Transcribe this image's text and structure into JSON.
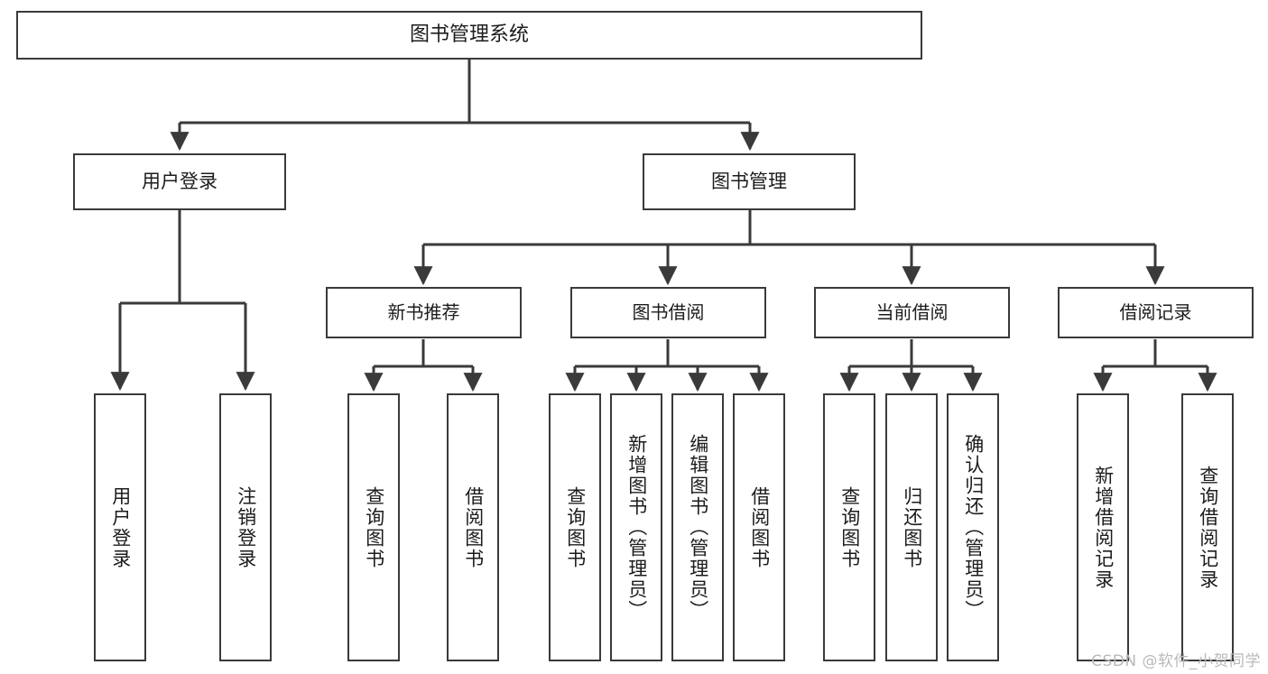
{
  "diagram": {
    "type": "tree-hierarchy",
    "title": "图书管理系统",
    "watermark": "CSDN @软件_小贺同学",
    "colors": {
      "box_border": "#3a3a3a",
      "box_fill": "#ffffff",
      "connector": "#3a3a3a",
      "text": "#1c1c1c",
      "watermark": "#b9b9b9"
    }
  },
  "root": {
    "label": "图书管理系统"
  },
  "level1": [
    {
      "label": "用户登录"
    },
    {
      "label": "图书管理"
    }
  ],
  "level2": [
    {
      "label": "新书推荐"
    },
    {
      "label": "图书借阅"
    },
    {
      "label": "当前借阅"
    },
    {
      "label": "借阅记录"
    }
  ],
  "leaves": {
    "user_login": [
      {
        "label": "用户登录"
      },
      {
        "label": "注销登录"
      }
    ],
    "new_book_recommend": [
      {
        "label": "查询图书"
      },
      {
        "label": "借阅图书"
      }
    ],
    "book_borrow": [
      {
        "label": "查询图书"
      },
      {
        "label": "新增图书（管理员）"
      },
      {
        "label": "编辑图书（管理员）"
      },
      {
        "label": "借阅图书"
      }
    ],
    "current_borrow": [
      {
        "label": "查询图书"
      },
      {
        "label": "归还图书"
      },
      {
        "label": "确认归还（管理员）"
      }
    ],
    "borrow_record": [
      {
        "label": "新增借阅记录"
      },
      {
        "label": "查询借阅记录"
      }
    ]
  }
}
